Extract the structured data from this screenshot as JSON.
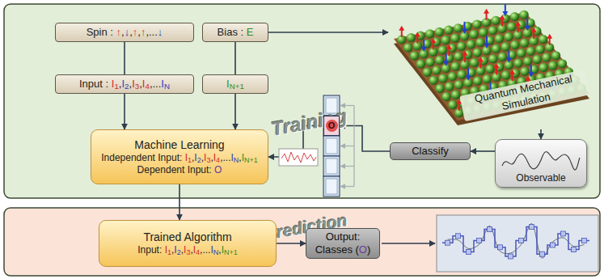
{
  "diagram": {
    "nodes": [
      {
        "text": [
          "Training"
        ]
      },
      {
        "text": [
          "Spin : ↑,↓,↑,↑,...↓"
        ],
        "in": 0
      },
      {
        "text": [
          "Bias : E"
        ],
        "in": 0
      },
      {
        "text": [
          "Input : I1,I2,I3,I4,...IN"
        ],
        "in": 0
      },
      {
        "text": [
          "IN+1"
        ],
        "in": 0
      },
      {
        "text": [
          "Quantum Mechanical Simulation"
        ],
        "in": 0
      },
      {
        "text": [
          "Observable"
        ],
        "in": 0
      },
      {
        "text": [
          "Classify"
        ],
        "in": 0
      },
      {
        "text": [
          "O"
        ],
        "in": 0
      },
      {
        "text": [
          "Machine Learning",
          "Independent Input: I1,I2,I3,I4,...IN,IN+1",
          "Dependent Input: O"
        ],
        "in": 0
      },
      {
        "text": [
          "Prediction"
        ]
      },
      {
        "text": [
          "Trained Algorithm",
          "Input: I1,I2,I3,I4,...IN,IN+1"
        ],
        "in": 10
      },
      {
        "text": [
          "Output: Classes (O)"
        ],
        "in": 10
      }
    ],
    "edges": [
      {
        "from": 1,
        "to": 3,
        "arrow": "none"
      },
      {
        "from": 2,
        "to": 4,
        "arrow": "none"
      },
      {
        "from": 3,
        "to": 9,
        "arrow": "to"
      },
      {
        "from": 4,
        "to": 9,
        "arrow": "to"
      },
      {
        "from": 2,
        "to": 5,
        "arrow": "to"
      },
      {
        "from": 5,
        "to": 6,
        "arrow": "to"
      },
      {
        "from": 6,
        "to": 7,
        "arrow": "to"
      },
      {
        "from": 7,
        "to": 8,
        "arrow": "to"
      },
      {
        "from": 8,
        "to": 9,
        "arrow": "to"
      },
      {
        "from": 9,
        "to": 11,
        "arrow": "to"
      },
      {
        "from": 11,
        "to": 12,
        "arrow": "to"
      }
    ]
  }
}
